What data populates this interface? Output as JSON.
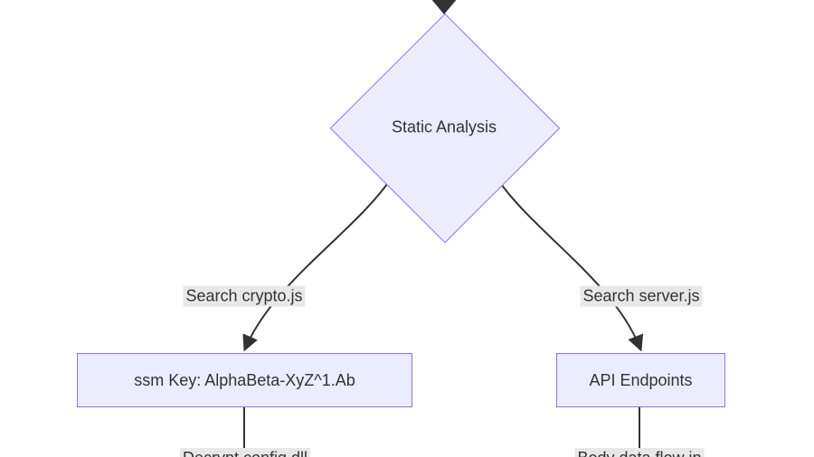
{
  "diagram": {
    "decision": {
      "label": "Static Analysis"
    },
    "edge_labels": {
      "left": "Search crypto.js",
      "right": "Search server.js"
    },
    "nodes": {
      "left": {
        "label": "ssm Key: AlphaBeta-XyZ^1.Ab"
      },
      "right": {
        "label": "API Endpoints"
      }
    },
    "bottom_labels": {
      "left": "Decrypt config.dll",
      "right": "Body data flow in"
    },
    "colors": {
      "node_fill": "#ECECFF",
      "node_border": "#9370DB",
      "edge_stroke": "#333333",
      "label_background": "#e8e8e8",
      "text": "#333333"
    }
  }
}
